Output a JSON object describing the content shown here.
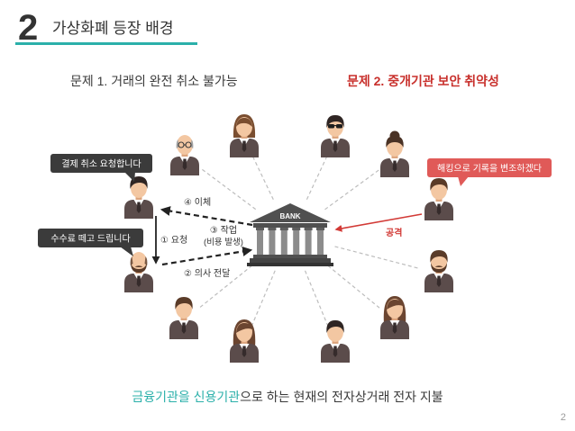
{
  "slide": {
    "number": "2",
    "title": "가상화폐 등장 배경",
    "page_number": "2"
  },
  "problems": {
    "problem1": "문제 1. 거래의 완전 취소 불가능",
    "problem2": "문제 2. 중개기관 보안 취약성"
  },
  "diagram": {
    "bank_label": "BANK",
    "bubbles": {
      "cancel_request": "결제 취소 요청합니다",
      "fee_deduction": "수수료 떼고 드립니다",
      "hacking": "해킹으로 기록을 변조하겠다"
    },
    "steps": {
      "step1": "① 요청",
      "step2": "② 의사 전달",
      "step3": "③ 작업",
      "step3_note": "(비용 발생)",
      "step4": "④ 이체"
    },
    "attack_label": "공격"
  },
  "footer": {
    "caption_highlight": "금융기관을 신용기관",
    "caption_rest": "으로 하는 현재의 전자상거래 전자 지불"
  },
  "colors": {
    "accent": "#2bb0aa",
    "text": "#333333",
    "problem_highlight": "#c8302c",
    "bubble_dark": "#3b3b3b",
    "bubble_alert": "#e05a58",
    "attack": "#d23a36"
  },
  "icons": {
    "bank": "bank-icon",
    "person": "person-icon"
  }
}
